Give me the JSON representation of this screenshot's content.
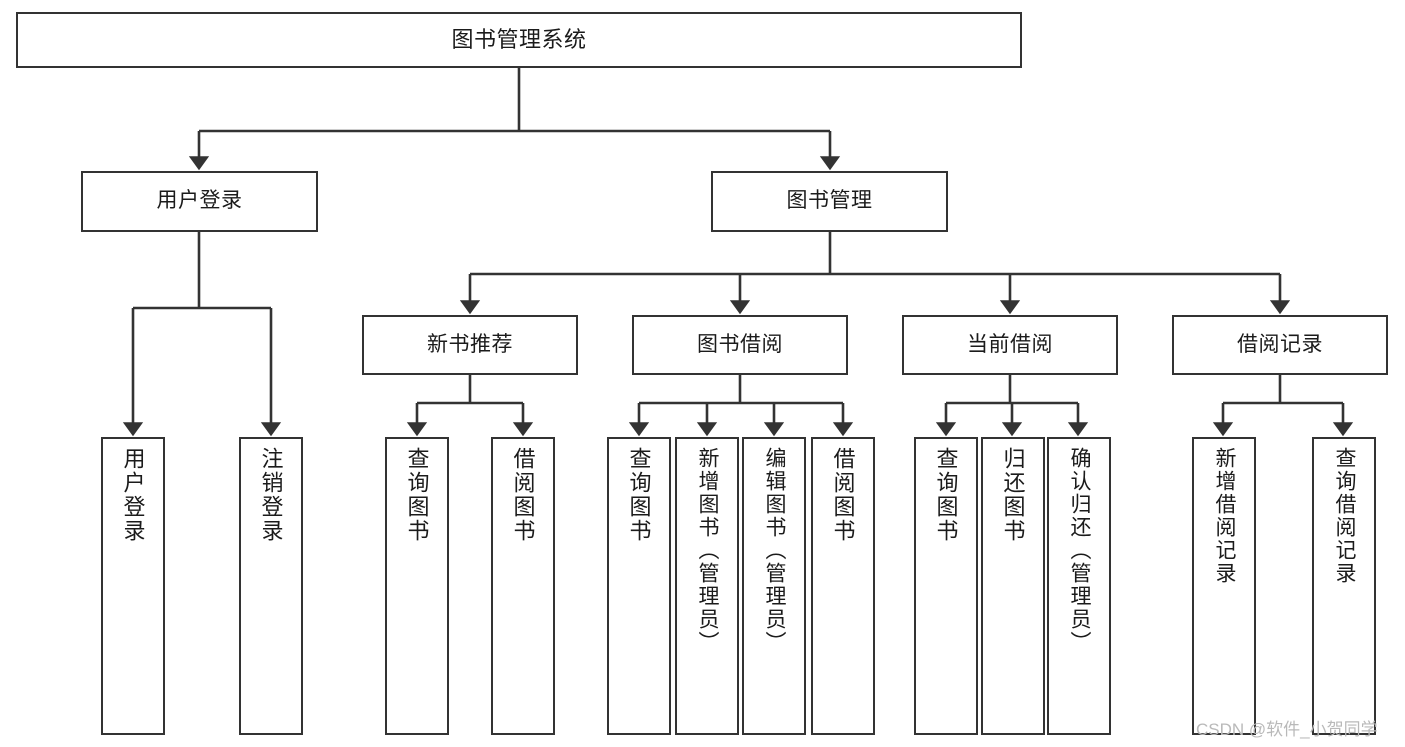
{
  "diagram": {
    "type": "tree",
    "title": "图书管理系统",
    "orientation": "top-down",
    "levels": 4,
    "root": {
      "label": "图书管理系统"
    },
    "level2": [
      {
        "label": "用户登录"
      },
      {
        "label": "图书管理"
      }
    ],
    "level3": [
      {
        "label": "新书推荐"
      },
      {
        "label": "图书借阅"
      },
      {
        "label": "当前借阅"
      },
      {
        "label": "借阅记录"
      }
    ],
    "leaves_user_login": [
      {
        "label": "用户登录"
      },
      {
        "label": "注销登录"
      }
    ],
    "leaves_new_book": [
      {
        "label": "查询图书"
      },
      {
        "label": "借阅图书"
      }
    ],
    "leaves_borrow": [
      {
        "label": "查询图书"
      },
      {
        "label": "新增图书（管理员）"
      },
      {
        "label": "编辑图书（管理员）"
      },
      {
        "label": "借阅图书"
      }
    ],
    "leaves_current": [
      {
        "label": "查询图书"
      },
      {
        "label": "归还图书"
      },
      {
        "label": "确认归还（管理员）"
      }
    ],
    "leaves_record": [
      {
        "label": "新增借阅记录"
      },
      {
        "label": "查询借阅记录"
      }
    ]
  },
  "watermark": {
    "text": "CSDN @软件_小贺同学"
  },
  "colors": {
    "stroke": "#333333",
    "background": "#ffffff",
    "text": "#1b1b1b",
    "watermark": "#b9b9b9"
  }
}
